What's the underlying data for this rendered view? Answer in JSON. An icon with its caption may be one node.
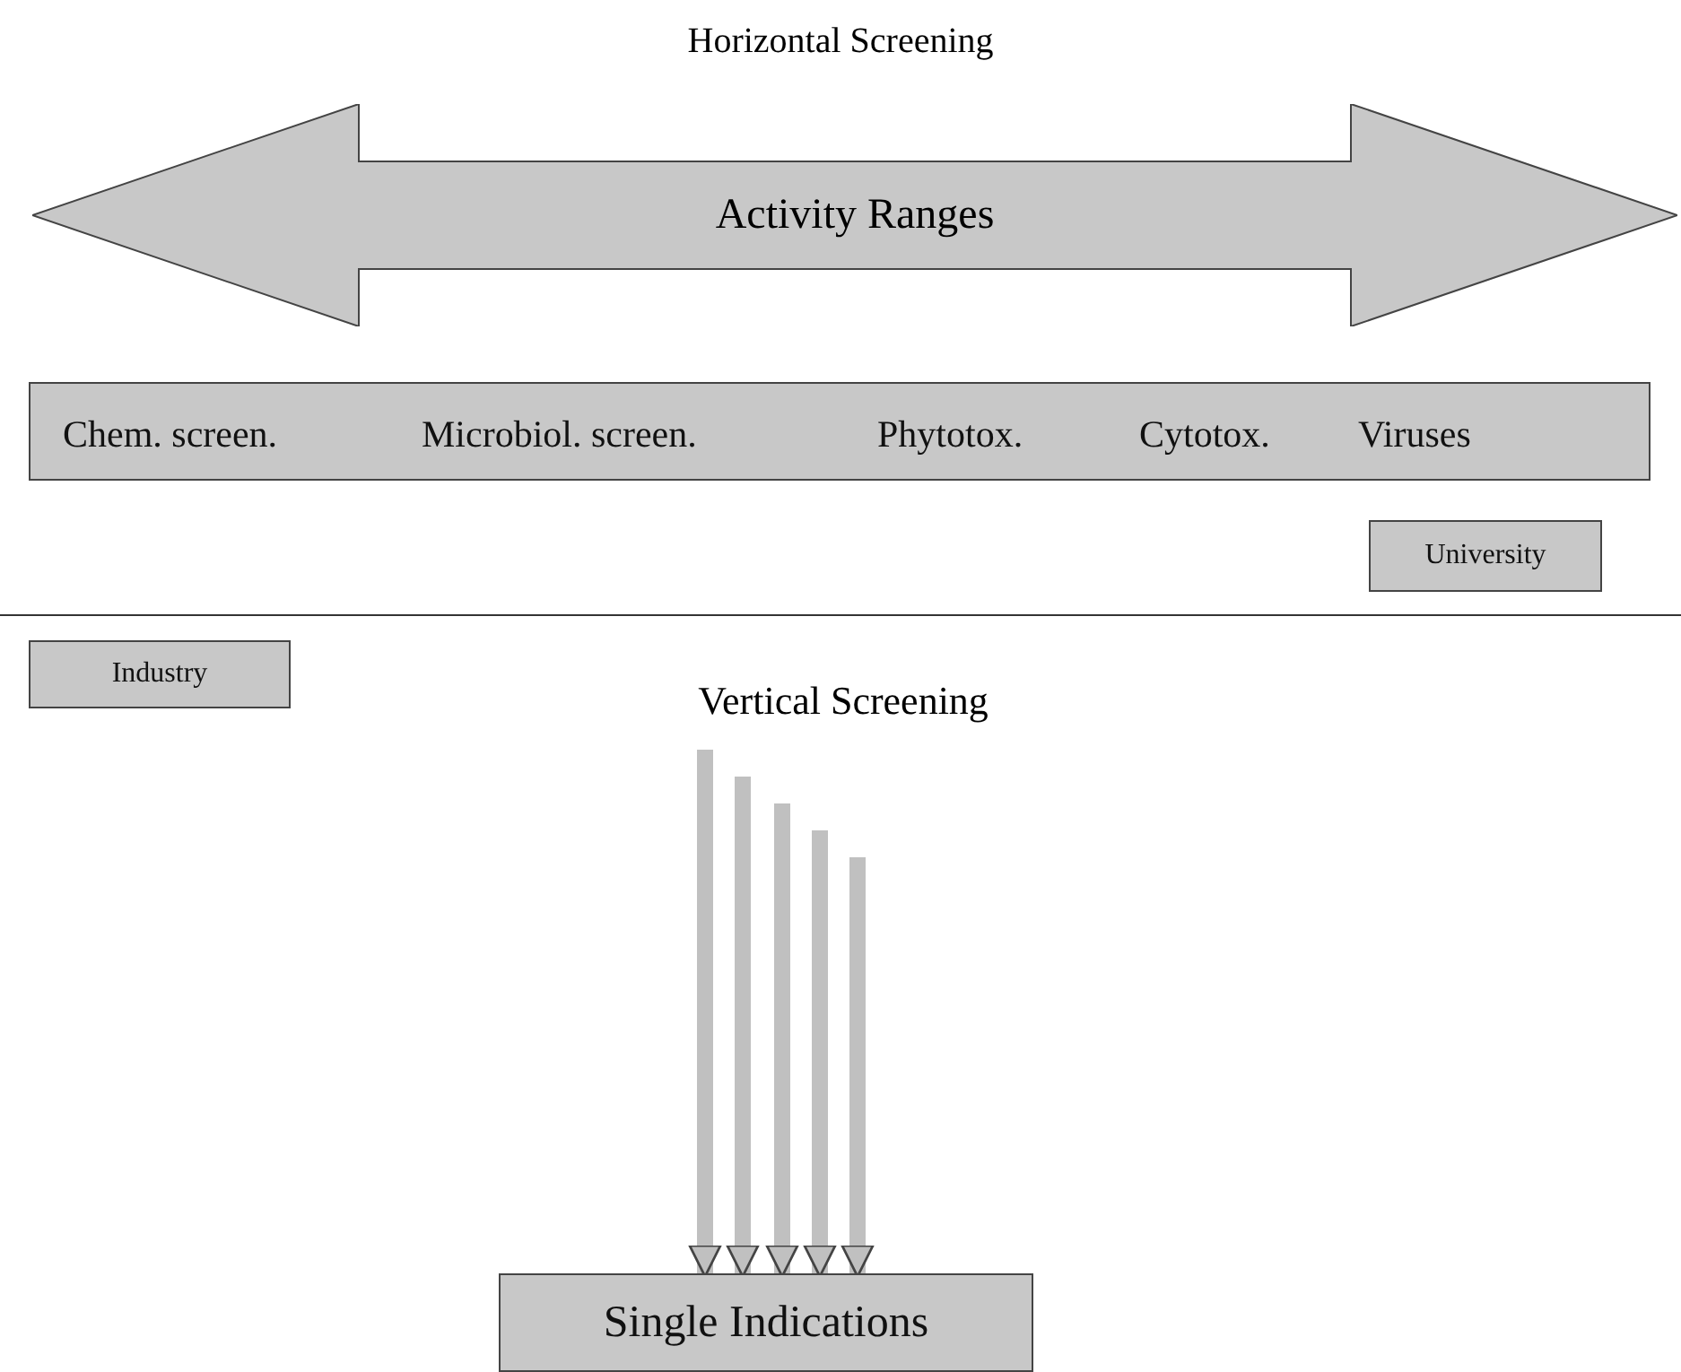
{
  "diagram": {
    "title": "Horizontal Screening",
    "nodes": [
      {
        "text": [
          "Activity Ranges"
        ]
      },
      {
        "text": [
          "Chem. screen.",
          "Microbiol. screen.",
          "Phytotox.",
          "Cytotox.",
          "Viruses"
        ]
      },
      {
        "text": [
          "University"
        ]
      },
      {
        "text": [
          "Industry"
        ]
      },
      {
        "text": [
          "Single Indications"
        ]
      }
    ],
    "edges": [
      {
        "from": null,
        "to": 4,
        "arrow": "to"
      },
      {
        "from": null,
        "to": 4,
        "arrow": "to"
      },
      {
        "from": null,
        "to": 4,
        "arrow": "to"
      },
      {
        "from": null,
        "to": 4,
        "arrow": "to"
      },
      {
        "from": null,
        "to": 4,
        "arrow": "to"
      }
    ],
    "labels": [
      "Vertical Screening"
    ]
  }
}
